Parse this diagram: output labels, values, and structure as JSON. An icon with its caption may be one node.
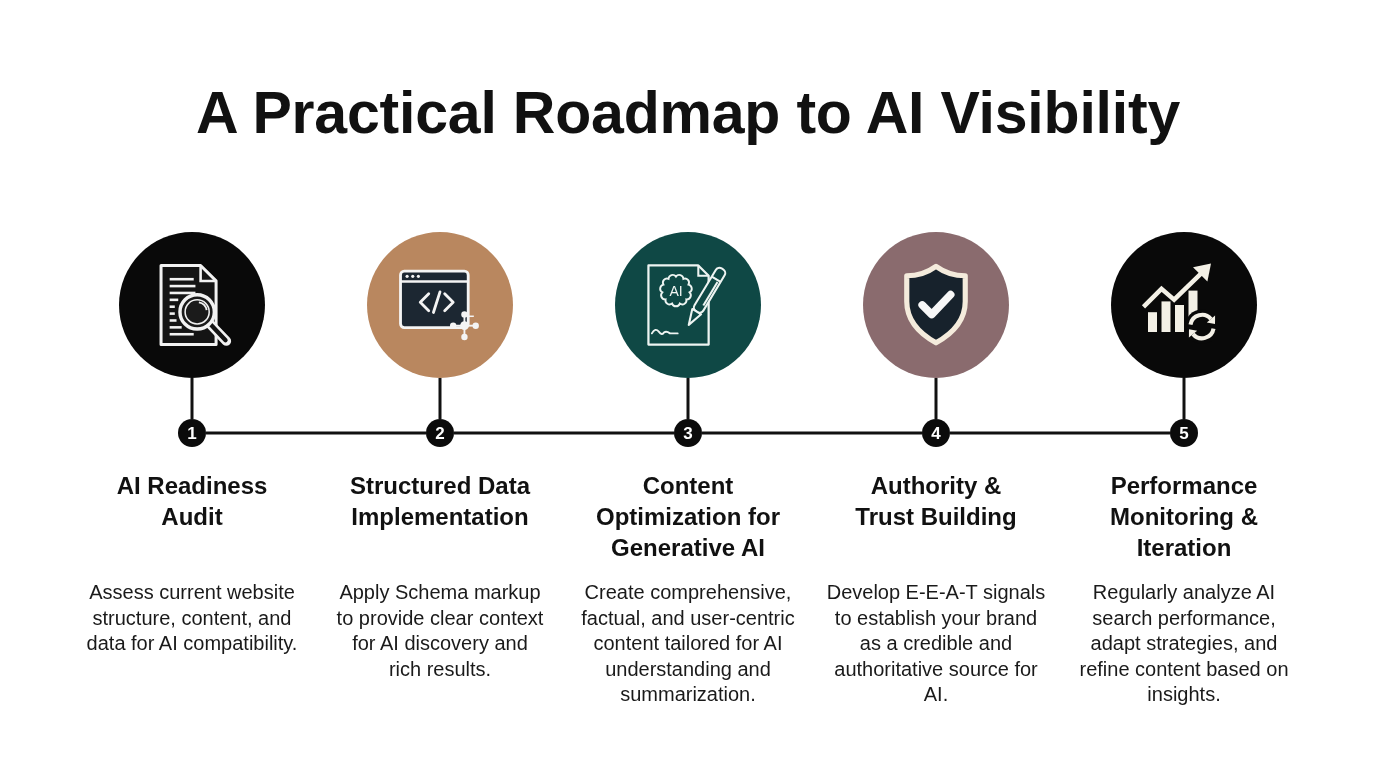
{
  "diagram": {
    "title": "A Practical Roadmap to AI Visibility",
    "nodes": [
      {
        "text": [],
        "shape": "circle"
      },
      {
        "text": [],
        "shape": "circle"
      },
      {
        "text": [],
        "shape": "circle"
      },
      {
        "text": [],
        "shape": "circle"
      },
      {
        "text": [],
        "shape": "circle"
      },
      {
        "text": [
          "1"
        ],
        "beside": [
          "AI Readiness Audit",
          "Assess current website structure, content, and data for AI compatibility."
        ]
      },
      {
        "text": [
          "2"
        ],
        "beside": [
          "Structured Data Implementation",
          "Apply Schema markup to provide clear context for AI discovery and rich results."
        ]
      },
      {
        "text": [
          "3"
        ],
        "beside": [
          "Content Optimization for Generative AI",
          "Create comprehensive, factual, and user-centric content tailored for AI understanding and summarization."
        ]
      },
      {
        "text": [
          "4"
        ],
        "beside": [
          "Authority & Trust Building",
          "Develop E-E-A-T signals to establish your brand as a credible and authoritative source for AI."
        ]
      },
      {
        "text": [
          "5"
        ],
        "beside": [
          "Performance Monitoring & Iteration",
          "Regularly analyze AI search performance, adapt strategies, and refine content based on insights."
        ]
      }
    ],
    "edges": [
      {
        "from": 0,
        "to": 5,
        "arrow": "none"
      },
      {
        "from": 1,
        "to": 6,
        "arrow": "none"
      },
      {
        "from": 2,
        "to": 7,
        "arrow": "none"
      },
      {
        "from": 3,
        "to": 8,
        "arrow": "none"
      },
      {
        "from": 4,
        "to": 9,
        "arrow": "none"
      },
      {
        "from": 5,
        "to": 6,
        "arrow": "none"
      },
      {
        "from": 6,
        "to": 7,
        "arrow": "none"
      },
      {
        "from": 7,
        "to": 8,
        "arrow": "none"
      },
      {
        "from": 8,
        "to": 9,
        "arrow": "none"
      }
    ],
    "labels": [
      "AI"
    ]
  }
}
